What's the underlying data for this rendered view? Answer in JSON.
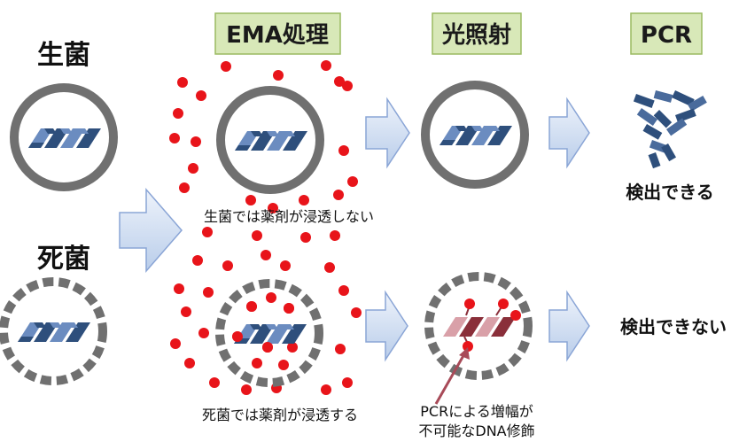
{
  "labels": {
    "live_bacteria": "生菌",
    "dead_bacteria": "死菌",
    "step_ema": "EMA処理",
    "step_light": "光照射",
    "step_pcr": "PCR",
    "live_note": "生菌では薬剤が浸透しない",
    "dead_note": "死菌では薬剤が浸透する",
    "pcr_note_line1": "PCRによる増幅が",
    "pcr_note_line2": "不可能なDNA修飾",
    "result_detectable": "検出できる",
    "result_undetectable": "検出できない"
  },
  "colors": {
    "cell_wall": "#707070",
    "dna_blue_dark": "#2e4f7c",
    "dna_blue_light": "#6b8cc0",
    "dna_red_dark": "#8a2f3a",
    "dna_red_light": "#d9a0a8",
    "ema_dot": "#e8141a",
    "arrow_fill_top": "#eef3fb",
    "arrow_fill_bottom": "#b9cdea",
    "arrow_stroke": "#8aa5d6",
    "step_box_fill": "#d8e8b8",
    "step_box_stroke": "#9aba60",
    "pointer_line": "#a84a58"
  }
}
